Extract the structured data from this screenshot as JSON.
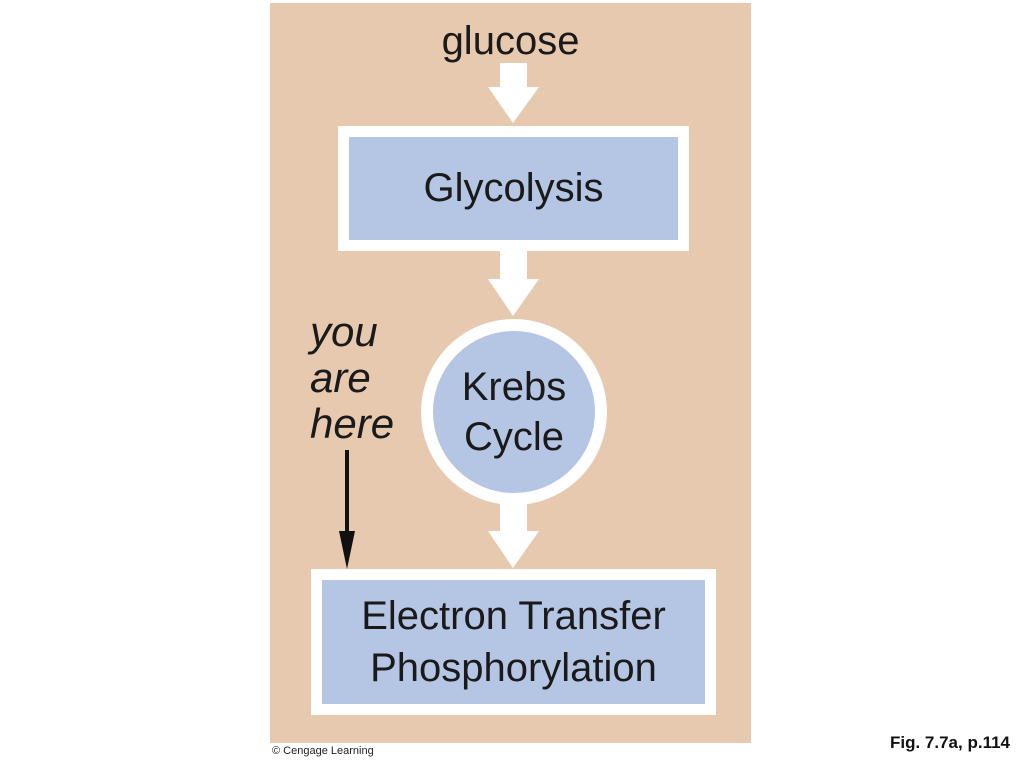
{
  "diagram": {
    "input_label": "glucose",
    "stages": {
      "glycolysis": "Glycolysis",
      "krebs_line1": "Krebs",
      "krebs_line2": "Cycle",
      "etp_line1": "Electron Transfer",
      "etp_line2": "Phosphorylation"
    },
    "marker": {
      "line1": "you",
      "line2": "are",
      "line3": "here"
    },
    "colors": {
      "panel_background": "#e6c9ae",
      "stage_fill": "#b5c6e4",
      "stage_border": "#ffffff",
      "flow_arrow": "#ffffff",
      "marker_arrow": "#111111"
    }
  },
  "footer": {
    "copyright": "© Cengage Learning",
    "figure_ref": "Fig. 7.7a, p.114"
  }
}
